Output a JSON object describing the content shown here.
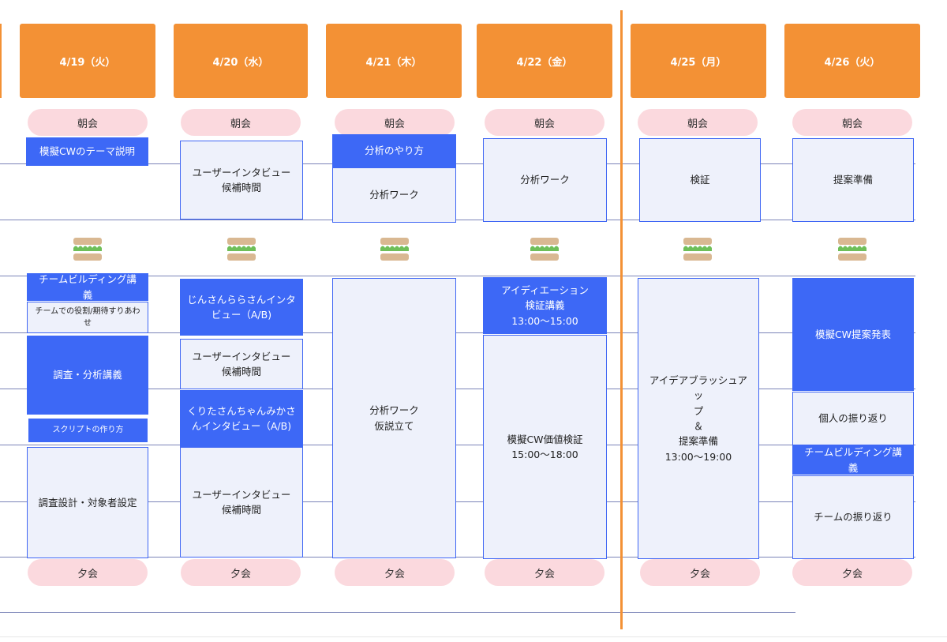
{
  "days": [
    {
      "date": "4/19（火）",
      "morning": "朝会",
      "evening": "夕会",
      "lunch_icon": "sandwich-icon"
    },
    {
      "date": "4/20（水）",
      "morning": "朝会",
      "evening": "夕会",
      "lunch_icon": "sandwich-icon"
    },
    {
      "date": "4/21（木）",
      "morning": "朝会",
      "evening": "夕会",
      "lunch_icon": "sandwich-icon"
    },
    {
      "date": "4/22（金）",
      "morning": "朝会",
      "evening": "夕会",
      "lunch_icon": "sandwich-icon"
    },
    {
      "date": "4/25（月）",
      "morning": "朝会",
      "evening": "夕会",
      "lunch_icon": "sandwich-icon"
    },
    {
      "date": "4/26（火）",
      "morning": "朝会",
      "evening": "夕会",
      "lunch_icon": "sandwich-icon"
    }
  ],
  "sessions": {
    "d1": [
      {
        "text": "模擬CWのテーマ説明",
        "style": "blue"
      },
      {
        "text": "チームビルディング講義",
        "style": "blue"
      },
      {
        "text": "チームでの役割/期待すりあわせ",
        "style": "light"
      },
      {
        "text": "調査・分析講義",
        "style": "blue"
      },
      {
        "text": "スクリプトの作り方",
        "style": "blue"
      },
      {
        "text": "調査設計・対象者設定",
        "style": "light"
      }
    ],
    "d2": [
      {
        "text": "ユーザーインタビュー\n候補時間",
        "style": "light"
      },
      {
        "text": "じんさんららさんインタ\nビュー（A/B)",
        "style": "blue"
      },
      {
        "text": "ユーザーインタビュー\n候補時間",
        "style": "light"
      },
      {
        "text": "くりたさんちゃんみかさ\nんインタビュー（A/B)",
        "style": "blue"
      },
      {
        "text": "ユーザーインタビュー\n候補時間",
        "style": "light"
      }
    ],
    "d3": [
      {
        "text": "分析のやり方",
        "style": "blue"
      },
      {
        "text": "分析ワーク",
        "style": "light"
      },
      {
        "text": "分析ワーク\n仮説立て",
        "style": "light"
      }
    ],
    "d4": [
      {
        "text": "分析ワーク",
        "style": "light"
      },
      {
        "text": "アイディエーション\n検証講義\n13:00〜15:00",
        "style": "blue"
      },
      {
        "text": "模擬CW価値検証\n15:00〜18:00",
        "style": "light"
      }
    ],
    "d5": [
      {
        "text": "検証",
        "style": "light"
      },
      {
        "text": "アイデアブラッシュアッ\nプ\n＆\n提案準備\n13:00〜19:00",
        "style": "light"
      }
    ],
    "d6": [
      {
        "text": "提案準備",
        "style": "light"
      },
      {
        "text": "模擬CW提案発表",
        "style": "blue"
      },
      {
        "text": "個人の振り返り",
        "style": "light"
      },
      {
        "text": "チームビルディング講義",
        "style": "blue"
      },
      {
        "text": "チームの振り返り",
        "style": "light"
      }
    ]
  },
  "colors": {
    "header": "#f39135",
    "meeting_pill": "#fbd9de",
    "session_blue": "#3d68f6",
    "session_light": "#eef1fb",
    "grid_line": "#7b84b8",
    "week_separator": "#f39135"
  }
}
